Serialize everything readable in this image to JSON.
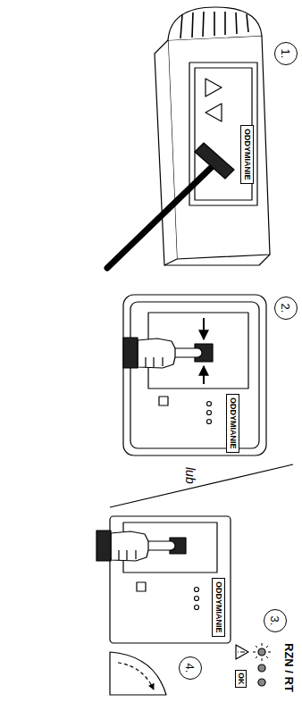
{
  "diagram": {
    "labels": [
      "1.",
      "ODDYMIANIE",
      "2.",
      "ODDYMIANIE",
      "lub",
      "ODDYMIANIE",
      "3.",
      "RZN / RT",
      "OK",
      "4."
    ]
  }
}
